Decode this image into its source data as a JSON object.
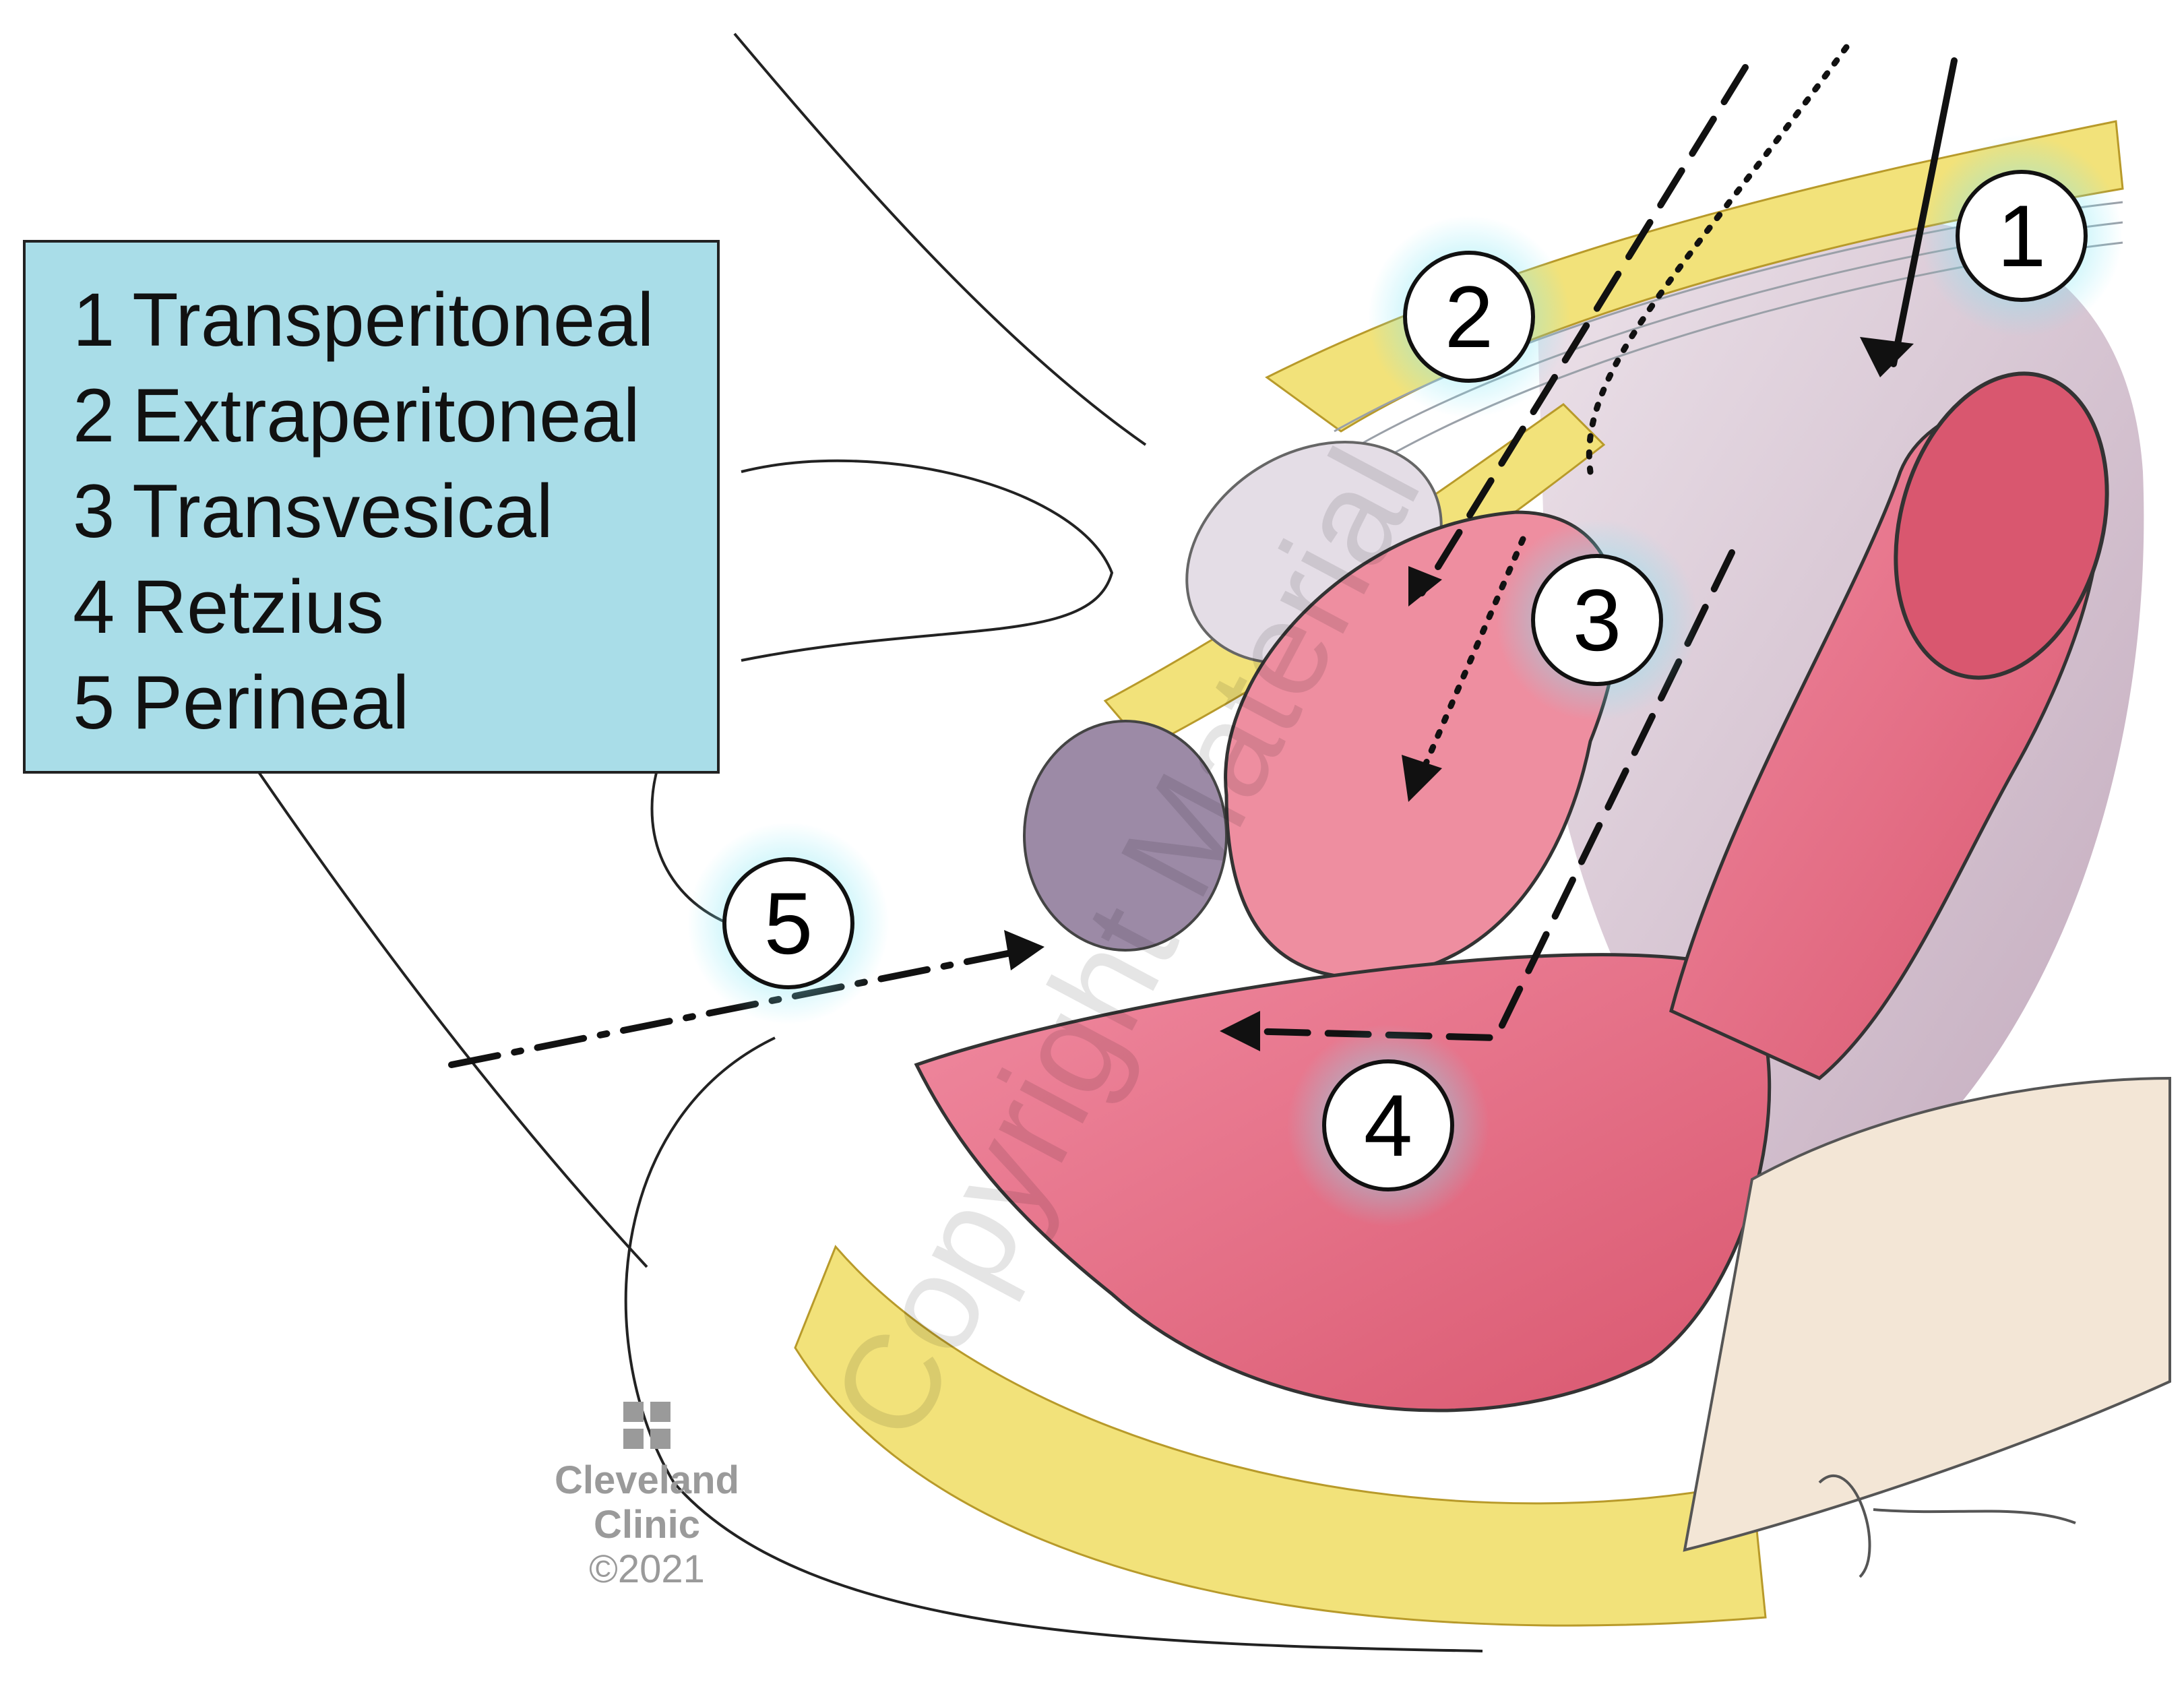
{
  "legend": {
    "items": [
      {
        "num": "1",
        "label": "Transperitoneal"
      },
      {
        "num": "2",
        "label": "Extraperitoneal"
      },
      {
        "num": "3",
        "label": "Transvesical"
      },
      {
        "num": "4",
        "label": "Retzius"
      },
      {
        "num": "5",
        "label": "Perineal"
      }
    ]
  },
  "markers": [
    "1",
    "2",
    "3",
    "4",
    "5"
  ],
  "logo": {
    "line1": "Cleveland",
    "line2": "Clinic",
    "copyright": "©2021"
  },
  "watermark": "Copyright Material",
  "colors": {
    "legend_bg": "#a9dde8",
    "bowel": "#e46b86",
    "fat": "#f2e27a",
    "marker_glow": "#7fe6f5",
    "peritoneum": "#b9a3b8"
  }
}
